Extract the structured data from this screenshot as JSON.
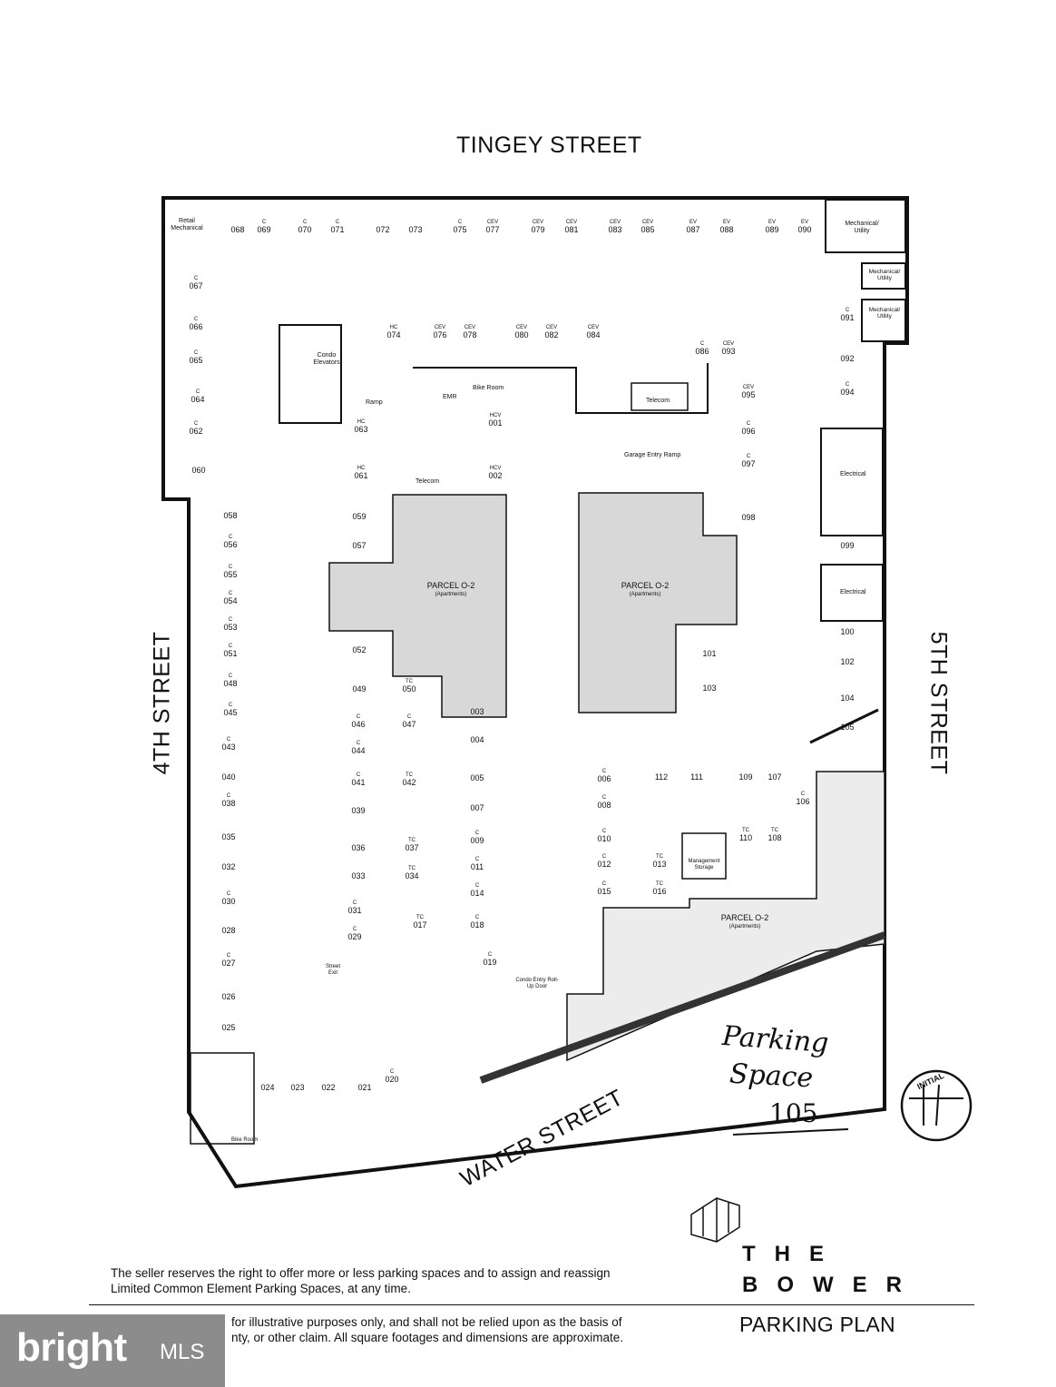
{
  "streets": {
    "north": "TINGEY STREET",
    "west": "4TH STREET",
    "east": "5TH STREET",
    "south": "WATER STREET"
  },
  "rooms": {
    "retail_mechanical": "Retail Mechanical",
    "mechanical_utility": "Mechanical/ Utility",
    "condo_elevators": "Condo Elevators",
    "ramp": "Ramp",
    "emr": "EMR",
    "bike_room_top": "Bike Room",
    "bike_room_bottom": "Bike Room",
    "telecom_top": "Telecom",
    "telecom_left": "Telecom",
    "garage_entry_ramp": "Garage Entry Ramp",
    "electrical": "Electrical",
    "management_storage": "Management Storage",
    "street_exit": "Street Exit",
    "condo_entry": "Condo Entry Roll-Up Door"
  },
  "parcels": {
    "label": "PARCEL O-2",
    "sub": "(Apartments)"
  },
  "spaces": [
    {
      "n": "068"
    },
    {
      "n": "069",
      "t": "C"
    },
    {
      "n": "070",
      "t": "C"
    },
    {
      "n": "071",
      "t": "C"
    },
    {
      "n": "072"
    },
    {
      "n": "073"
    },
    {
      "n": "075",
      "t": "C"
    },
    {
      "n": "077",
      "t": "CEV"
    },
    {
      "n": "079",
      "t": "CEV"
    },
    {
      "n": "081",
      "t": "CEV"
    },
    {
      "n": "083",
      "t": "CEV"
    },
    {
      "n": "085",
      "t": "CEV"
    },
    {
      "n": "087",
      "t": "EV"
    },
    {
      "n": "088",
      "t": "EV"
    },
    {
      "n": "089",
      "t": "EV"
    },
    {
      "n": "090",
      "t": "EV"
    },
    {
      "n": "067",
      "t": "C"
    },
    {
      "n": "066",
      "t": "C"
    },
    {
      "n": "065",
      "t": "C"
    },
    {
      "n": "064",
      "t": "C"
    },
    {
      "n": "062",
      "t": "C"
    },
    {
      "n": "060"
    },
    {
      "n": "074",
      "t": "HC"
    },
    {
      "n": "076",
      "t": "CEV"
    },
    {
      "n": "078",
      "t": "CEV"
    },
    {
      "n": "080",
      "t": "CEV"
    },
    {
      "n": "082",
      "t": "CEV"
    },
    {
      "n": "084",
      "t": "CEV"
    },
    {
      "n": "086",
      "t": "C"
    },
    {
      "n": "093",
      "t": "CEV"
    },
    {
      "n": "091",
      "t": "C"
    },
    {
      "n": "092"
    },
    {
      "n": "094",
      "t": "C"
    },
    {
      "n": "095",
      "t": "CEV"
    },
    {
      "n": "096",
      "t": "C"
    },
    {
      "n": "097",
      "t": "C"
    },
    {
      "n": "098"
    },
    {
      "n": "099"
    },
    {
      "n": "063",
      "t": "HC"
    },
    {
      "n": "061",
      "t": "HC"
    },
    {
      "n": "001",
      "t": "HCV"
    },
    {
      "n": "002",
      "t": "HCV"
    },
    {
      "n": "058"
    },
    {
      "n": "056",
      "t": "C"
    },
    {
      "n": "055",
      "t": "C"
    },
    {
      "n": "054",
      "t": "C"
    },
    {
      "n": "053",
      "t": "C"
    },
    {
      "n": "051",
      "t": "C"
    },
    {
      "n": "048",
      "t": "C"
    },
    {
      "n": "045",
      "t": "C"
    },
    {
      "n": "043",
      "t": "C"
    },
    {
      "n": "040"
    },
    {
      "n": "038",
      "t": "C"
    },
    {
      "n": "035"
    },
    {
      "n": "032"
    },
    {
      "n": "030",
      "t": "C"
    },
    {
      "n": "028"
    },
    {
      "n": "027",
      "t": "C"
    },
    {
      "n": "026"
    },
    {
      "n": "025"
    },
    {
      "n": "059"
    },
    {
      "n": "057"
    },
    {
      "n": "052"
    },
    {
      "n": "049"
    },
    {
      "n": "050",
      "t": "TC"
    },
    {
      "n": "046",
      "t": "C"
    },
    {
      "n": "047",
      "t": "C"
    },
    {
      "n": "044",
      "t": "C"
    },
    {
      "n": "041",
      "t": "C"
    },
    {
      "n": "042",
      "t": "TC"
    },
    {
      "n": "039"
    },
    {
      "n": "036"
    },
    {
      "n": "037",
      "t": "TC"
    },
    {
      "n": "033"
    },
    {
      "n": "034",
      "t": "TC"
    },
    {
      "n": "031",
      "t": "C"
    },
    {
      "n": "029",
      "t": "C"
    },
    {
      "n": "017",
      "t": "TC"
    },
    {
      "n": "003"
    },
    {
      "n": "004"
    },
    {
      "n": "005"
    },
    {
      "n": "007"
    },
    {
      "n": "009",
      "t": "C"
    },
    {
      "n": "011",
      "t": "C"
    },
    {
      "n": "014",
      "t": "C"
    },
    {
      "n": "018",
      "t": "C"
    },
    {
      "n": "019",
      "t": "C"
    },
    {
      "n": "101"
    },
    {
      "n": "103"
    },
    {
      "n": "100"
    },
    {
      "n": "102"
    },
    {
      "n": "104"
    },
    {
      "n": "105"
    },
    {
      "n": "006",
      "t": "C"
    },
    {
      "n": "008",
      "t": "C"
    },
    {
      "n": "010",
      "t": "C"
    },
    {
      "n": "012",
      "t": "C"
    },
    {
      "n": "013",
      "t": "TC"
    },
    {
      "n": "015",
      "t": "C"
    },
    {
      "n": "016",
      "t": "TC"
    },
    {
      "n": "112"
    },
    {
      "n": "111"
    },
    {
      "n": "109"
    },
    {
      "n": "107"
    },
    {
      "n": "106",
      "t": "C"
    },
    {
      "n": "110",
      "t": "TC"
    },
    {
      "n": "108",
      "t": "TC"
    },
    {
      "n": "024"
    },
    {
      "n": "023"
    },
    {
      "n": "022"
    },
    {
      "n": "021"
    },
    {
      "n": "020",
      "t": "C"
    }
  ],
  "handwritten": {
    "line1": "Parking",
    "line2": "Space",
    "line3": "105",
    "initial": "INITIAL"
  },
  "brand": {
    "line1": "THE",
    "line2": "BOWER",
    "plan_title": "PARKING PLAN"
  },
  "disclaimer": {
    "line1": "The seller reserves the right to offer more or less parking spaces and to assign and reassign",
    "line2": "Limited Common Element Parking Spaces, at any time.",
    "line3": "for illustrative purposes only, and shall not be relied upon as the basis of",
    "line4": "nty, or other claim. All square footages and dimensions are approximate."
  },
  "watermark": {
    "text": "bright",
    "suffix": "MLS"
  }
}
